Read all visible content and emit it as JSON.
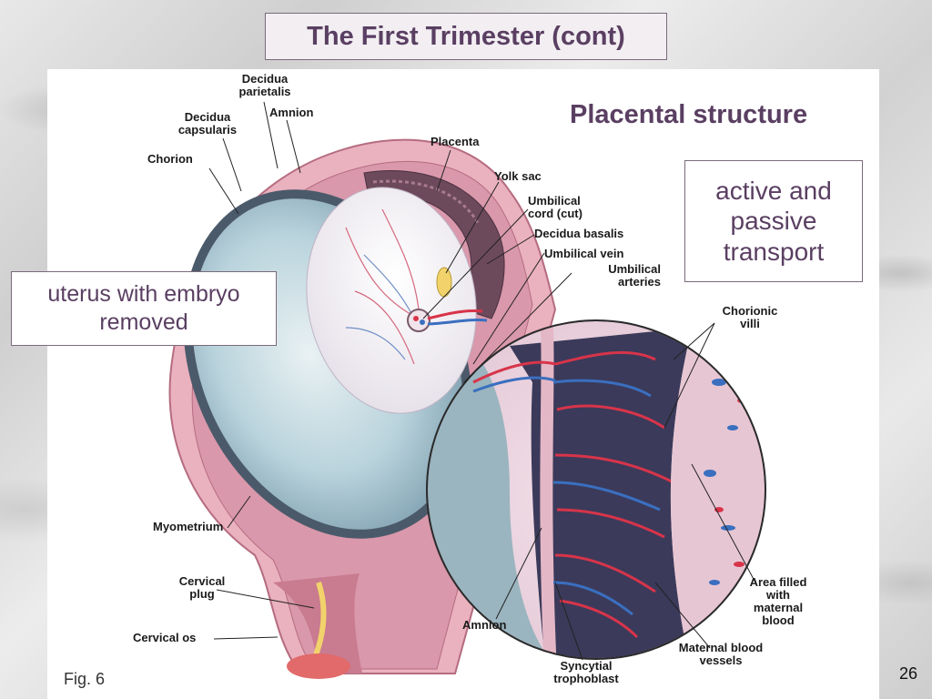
{
  "slide": {
    "title": "The First Trimester (cont)",
    "subtitle": "Placental structure",
    "transport_note": "active and passive transport",
    "uterus_note": "uterus with embryo removed",
    "fig_label": "Fig. 6",
    "page_number": "26"
  },
  "diagram": {
    "labels": {
      "decidua_parietalis": "Decidua parietalis",
      "amnion_top": "Amnion",
      "decidua_capsularis": "Decidua capsularis",
      "chorion": "Chorion",
      "placenta": "Placenta",
      "yolk_sac": "Yolk sac",
      "umbilical_cord": "Umbilical cord (cut)",
      "decidua_basalis": "Decidua basalis",
      "umbilical_vein": "Umbilical vein",
      "umbilical_arteries": "Umbilical arteries",
      "chorionic_villi": "Chorionic villi",
      "myometrium": "Myometrium",
      "cervical_plug": "Cervical plug",
      "cervical_os": "Cervical os",
      "area_maternal_blood": "Area filled with maternal blood",
      "amnion_bottom": "Amnion",
      "maternal_blood_vessels": "Maternal blood vessels",
      "syncytial_trophoblast": "Syncytial trophoblast"
    },
    "colors": {
      "uterine_wall": "#e8a9b8",
      "uterine_wall_dark": "#c97b90",
      "cavity": "#b9d3dc",
      "artery_red": "#d8344a",
      "vein_blue": "#3a6fc0",
      "maternal_blood": "#3b3a5a"
    }
  }
}
